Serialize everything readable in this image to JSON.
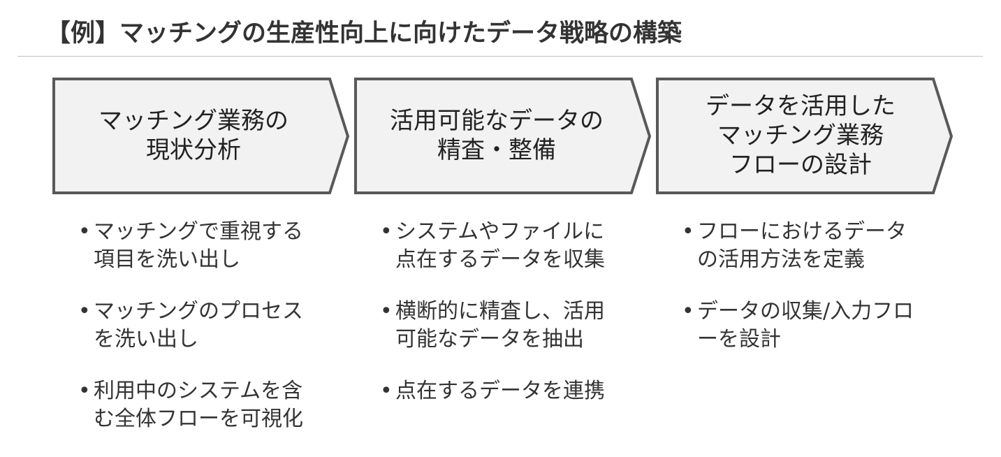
{
  "title": "【例】マッチングの生産性向上に向けたデータ戦略の構築",
  "colors": {
    "chevron_fill": "#f2f2f2",
    "chevron_stroke": "#595959",
    "rule": "#bfbfbf"
  },
  "bullet_glyph": "•",
  "steps": [
    {
      "label_lines": [
        "マッチング業務の",
        "現状分析"
      ],
      "bullets": [
        "マッチングで重視する項目を洗い出し",
        "マッチングのプロセスを洗い出し",
        "利用中のシステムを含む全体フローを可視化"
      ]
    },
    {
      "label_lines": [
        "活用可能なデータの",
        "精査・整備"
      ],
      "bullets": [
        "システムやファイルに点在するデータを収集",
        "横断的に精査し、活用可能なデータを抽出",
        "点在するデータを連携"
      ]
    },
    {
      "label_lines": [
        "データを活用した",
        "マッチング業務",
        "フローの設計"
      ],
      "bullets": [
        "フローにおけるデータの活用方法を定義",
        "データの収集/入力フローを設計"
      ]
    }
  ]
}
